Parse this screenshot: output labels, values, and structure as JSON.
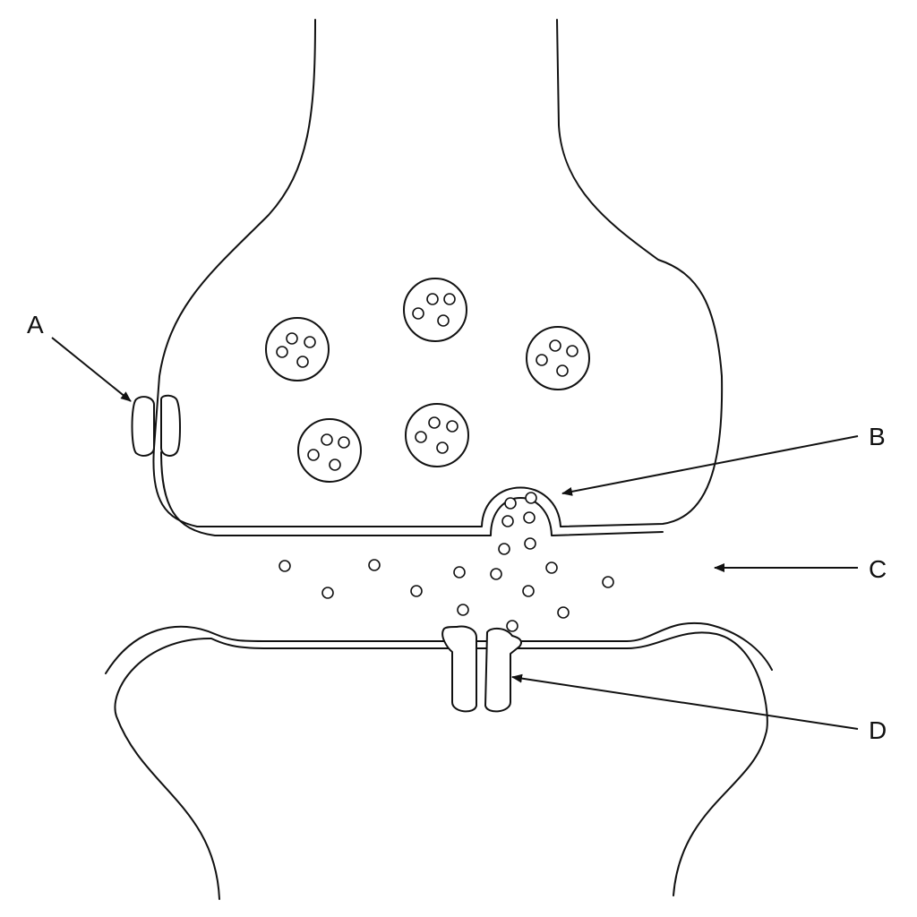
{
  "labels": {
    "a": "A",
    "b": "B",
    "c": "C",
    "d": "D"
  },
  "colors": {
    "stroke": "#111111",
    "background": "#ffffff"
  }
}
